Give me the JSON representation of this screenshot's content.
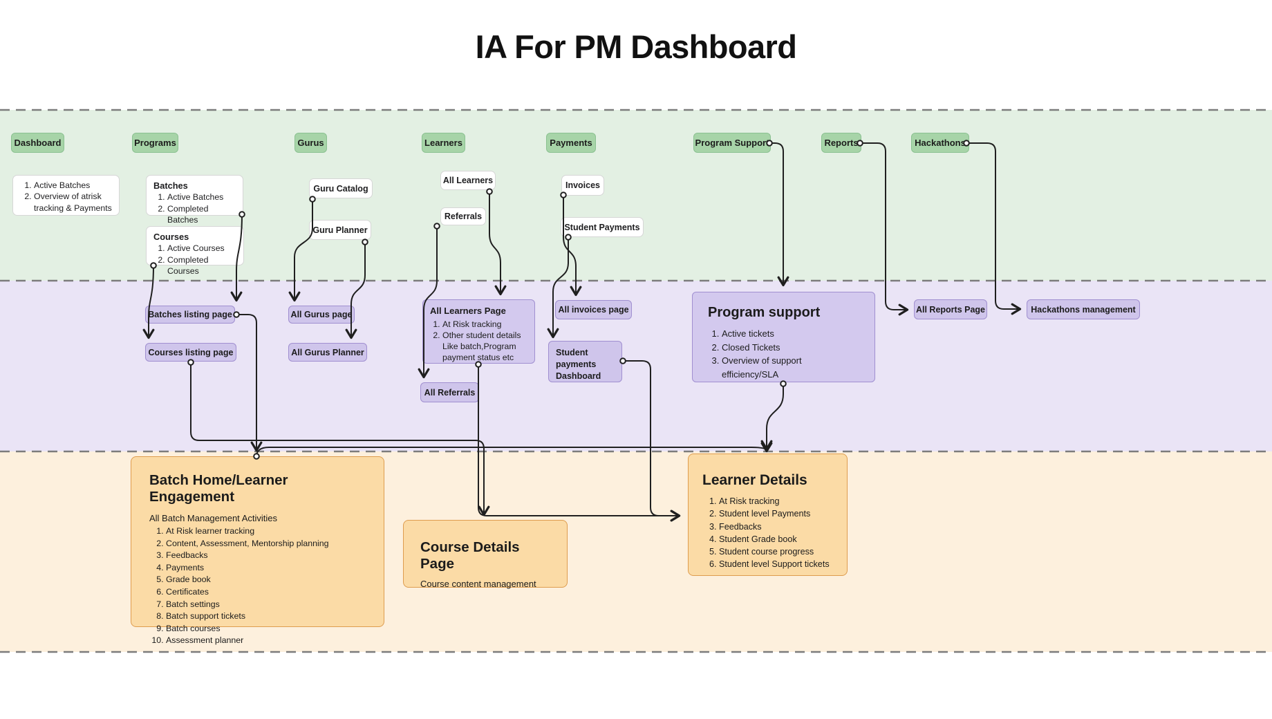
{
  "title": "IA For PM Dashboard",
  "colors": {
    "green_node": "#a7d4a8",
    "green_band": "#e3f0e3",
    "purple_node": "#cfc5eb",
    "purple_node_large": "#d3c9ee",
    "purple_band": "#eae4f6",
    "orange_node": "#fbdba6",
    "orange_border": "#de9c4e",
    "orange_band": "#fdf0dd",
    "connector": "#1f1f1f",
    "dashed_divider": "#7c7c7c"
  },
  "nav": {
    "dashboard": "Dashboard",
    "programs": "Programs",
    "gurus": "Gurus",
    "learners": "Learners",
    "payments": "Payments",
    "program_support": "Program Support",
    "reports": "Reports",
    "hackathons": "Hackathons"
  },
  "level1": {
    "dashboard_notes": {
      "items": [
        "Active Batches",
        "Overview of atrisk tracking & Payments"
      ]
    },
    "batches": {
      "title": "Batches",
      "items": [
        "Active Batches",
        "Completed Batches"
      ]
    },
    "courses": {
      "title": "Courses",
      "items": [
        "Active Courses",
        "Completed Courses"
      ]
    },
    "guru_catalog": "Guru Catalog",
    "guru_planner": "Guru Planner",
    "all_learners": "All Learners",
    "referrals": "Referrals",
    "invoices": "Invoices",
    "student_payments": "Student Payments"
  },
  "level2": {
    "batches_listing": "Batches listing page",
    "courses_listing": "Courses listing page",
    "all_gurus_page": "All Gurus page",
    "all_gurus_planner": "All Gurus Planner",
    "all_learners_page": {
      "title": "All Learners Page",
      "items": [
        "At Risk tracking",
        "Other student details Like batch,Program payment status etc"
      ]
    },
    "all_referrals": "All Referrals",
    "all_invoices_page": "All invoices page",
    "student_payments_dashboard": "Student payments Dashboard",
    "program_support": {
      "title": "Program support",
      "items": [
        "Active tickets",
        "Closed Tickets",
        "Overview of support efficiency/SLA"
      ]
    },
    "all_reports_page": "All Reports Page",
    "hackathons_management": "Hackathons management"
  },
  "level3": {
    "batch_home": {
      "title": "Batch Home/Learner Engagement",
      "subtitle": "All Batch Management Activities",
      "items": [
        "At Risk learner tracking",
        "Content, Assessment, Mentorship planning",
        "Feedbacks",
        "Payments",
        "Grade book",
        "Certificates",
        "Batch settings",
        "Batch support tickets",
        "Batch courses",
        "Assessment planner"
      ]
    },
    "course_details": {
      "title": "Course Details Page",
      "subtitle": "Course content management"
    },
    "learner_details": {
      "title": "Learner Details",
      "items": [
        "At Risk tracking",
        "Student level Payments",
        "Feedbacks",
        "Student Grade book",
        "Student course progress",
        "Student level Support tickets"
      ]
    }
  }
}
